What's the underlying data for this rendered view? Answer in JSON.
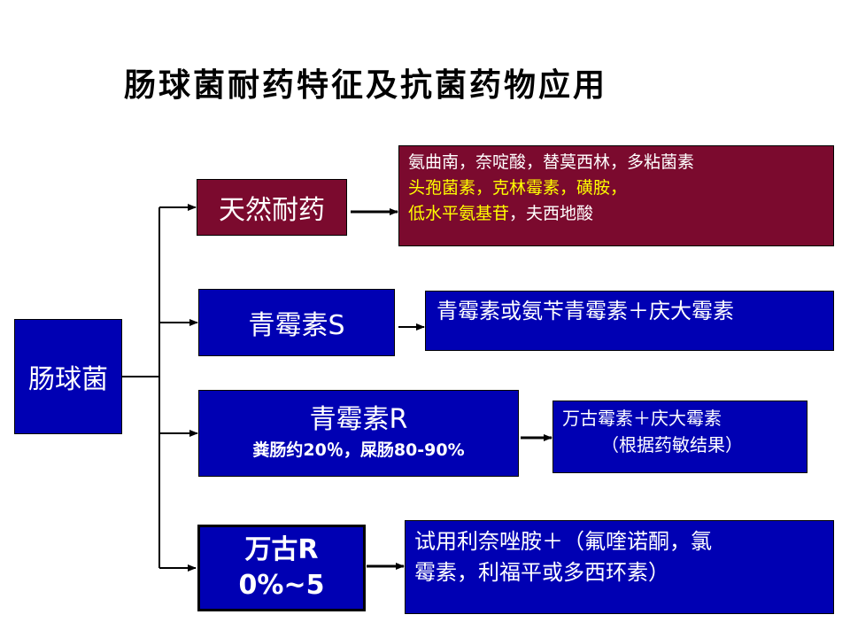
{
  "title": "肠球菌耐药特征及抗菌药物应用",
  "root": {
    "label": "肠球菌"
  },
  "branches": [
    {
      "label": "天然耐药",
      "detail_lines": [
        {
          "segments": [
            {
              "text": "氨曲南，奈啶酸，替莫西林，多粘菌素",
              "color": "#ffffff"
            }
          ]
        },
        {
          "segments": [
            {
              "text": "头孢菌素，克林霉素，磺胺，",
              "color": "#ffff00"
            }
          ]
        },
        {
          "segments": [
            {
              "text": "低水平氨基苷",
              "color": "#ffff00"
            },
            {
              "text": "，夫西地酸",
              "color": "#ffffff"
            }
          ]
        }
      ]
    },
    {
      "label": "青霉素S",
      "detail_lines": [
        "青霉素或氨苄青霉素＋庆大霉素"
      ]
    },
    {
      "label": "青霉素R",
      "sublabel": "粪肠约20％，屎肠80-90%",
      "detail_lines": [
        "万古霉素＋庆大霉素",
        "（根据药敏结果）"
      ]
    },
    {
      "label_lines": [
        "万古R",
        "0%~5"
      ],
      "detail_lines": [
        "试用利奈唑胺＋（氟喹诺酮，氯",
        "霉素，利福平或多西环素）"
      ]
    }
  ],
  "colors": {
    "node_blue": "#0000b3",
    "node_maroon": "#7b0a2e",
    "highlight_text": "#ffff00",
    "text": "#ffffff"
  }
}
